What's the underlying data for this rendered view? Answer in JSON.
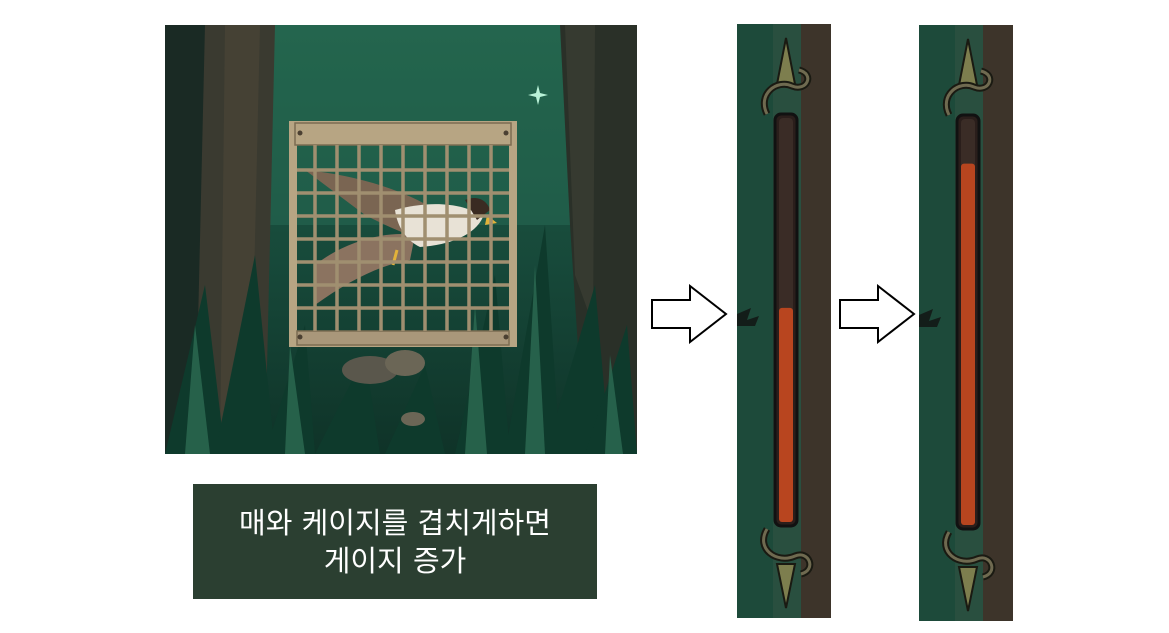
{
  "caption": {
    "line1": "매와 케이지를 겹치게하면",
    "line2": "게이지 증가"
  },
  "icons": {
    "arrow": "right-arrow-outline-icon",
    "gauge_ornament": "thorn-vine-ornament-icon"
  },
  "gauges": [
    {
      "fill": 0.53
    },
    {
      "fill": 0.89
    }
  ],
  "colors": {
    "forest_dark": "#123a2c",
    "forest_mid": "#1e5a44",
    "cage_frame": "#b7a583",
    "gauge_fill": "#b8451f",
    "gauge_track": "#3a2c26",
    "caption_bg": "#2b3f31",
    "caption_text": "#ffffff"
  }
}
